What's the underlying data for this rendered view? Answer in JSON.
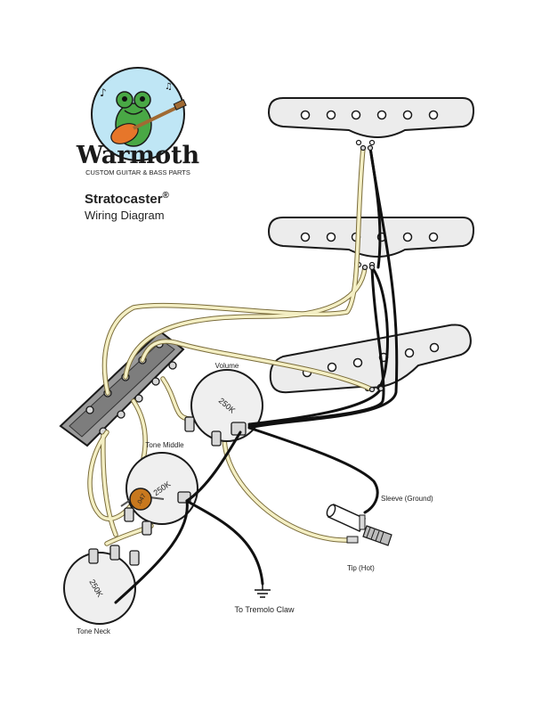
{
  "logo": {
    "brand": "Warmoth",
    "tagline": "CUSTOM GUITAR & BASS PARTS"
  },
  "header": {
    "title": "Stratocaster",
    "registered": "®",
    "subtitle": "Wiring Diagram"
  },
  "pots": {
    "volume": {
      "label": "Volume",
      "value": "250K"
    },
    "tone_middle": {
      "label": "Tone Middle",
      "value": "250K"
    },
    "tone_neck": {
      "label": "Tone Neck",
      "value": "250K"
    }
  },
  "capacitor": {
    "value": ".047"
  },
  "jack": {
    "sleeve_label": "Sleeve (Ground)",
    "tip_label": "Tip (Hot)"
  },
  "ground": {
    "label": "To Tremolo Claw"
  },
  "colors": {
    "hot_wire": "#f4efc4",
    "hot_outline": "#7a6c3a",
    "ground_wire": "#111111",
    "pot_body": "#efefef",
    "cap": "#c8781e",
    "lug": "#d8d8d8",
    "switch_body": "#8c8c8c"
  }
}
